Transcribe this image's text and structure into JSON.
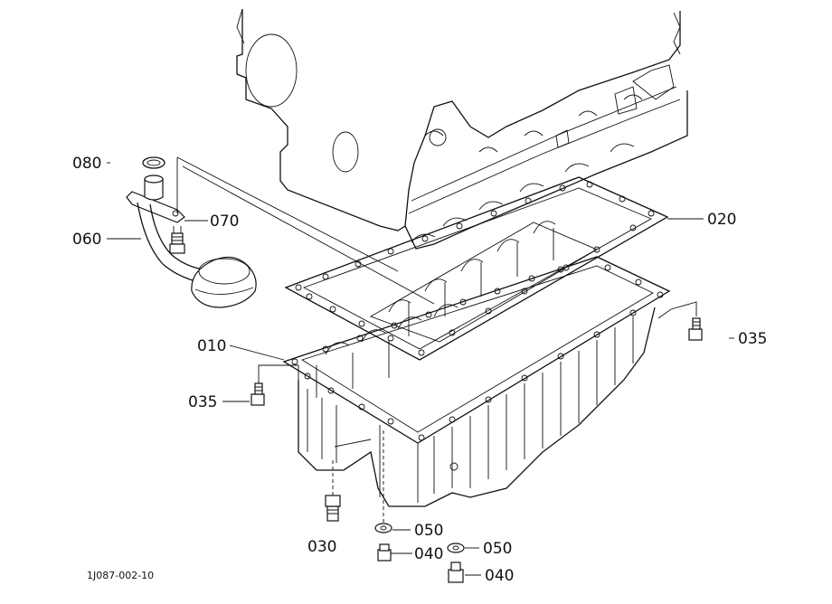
{
  "figure_id": "1J087-002-10",
  "callouts": {
    "c080": "080",
    "c070": "070",
    "c060": "060",
    "c020": "020",
    "c010": "010",
    "c035_left": "035",
    "c035_right": "035",
    "c030": "030",
    "c050_a": "050",
    "c040_a": "040",
    "c050_b": "050",
    "c040_b": "040"
  }
}
